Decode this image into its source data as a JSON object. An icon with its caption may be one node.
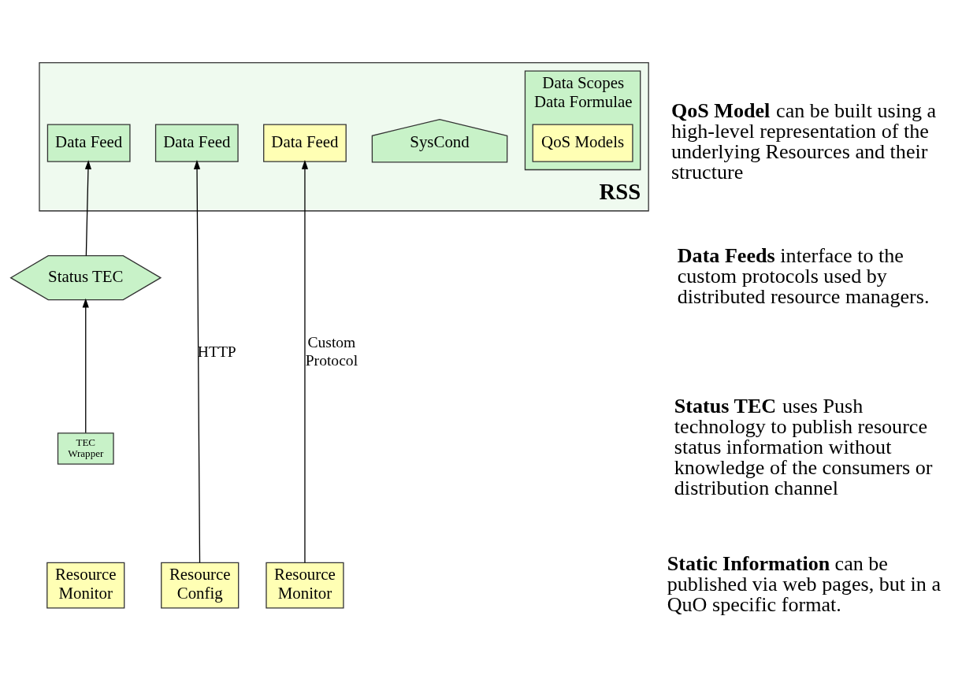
{
  "diagram": {
    "nodes": [
      {
        "text": [
          "RSS"
        ]
      },
      {
        "text": [
          "SysCond"
        ],
        "in": 0
      },
      {
        "text": [
          "Data Scopes",
          "Data Formulae"
        ],
        "in": 0
      },
      {
        "text": [
          "QoS Models"
        ],
        "in": 2
      },
      {
        "text": [
          "Data Feed"
        ],
        "in": 0
      },
      {
        "text": [
          "Data Feed"
        ],
        "in": 0
      },
      {
        "text": [
          "Data Feed"
        ],
        "in": 0
      },
      {
        "text": [
          "Status TEC"
        ]
      },
      {
        "text": [
          "Resource Config"
        ]
      },
      {
        "text": [
          "Resource Monitor"
        ]
      },
      {
        "text": [
          "TEC Wrapper"
        ]
      },
      {
        "text": [
          "Resource Monitor"
        ]
      }
    ],
    "edges": [
      {
        "from": 8,
        "to": 4,
        "arrow": "to",
        "label": "HTTP"
      },
      {
        "from": 9,
        "to": 5,
        "arrow": "to",
        "label": "Custom Protocol"
      },
      {
        "from": 7,
        "to": 6,
        "arrow": "to"
      },
      {
        "from": 10,
        "to": 7,
        "arrow": "to"
      }
    ],
    "labels": [
      "**QoS Model** can be built using a high-level representation of the underlying Resources and their structure",
      "**Data Feeds** interface to the custom protocols used by distributed resource managers.",
      "**Status TEC** uses Push technology to publish resource status information without knowledge of the consumers or distribution channel",
      "**Static Information** can be published via web pages, but in a QuO specific format."
    ]
  }
}
